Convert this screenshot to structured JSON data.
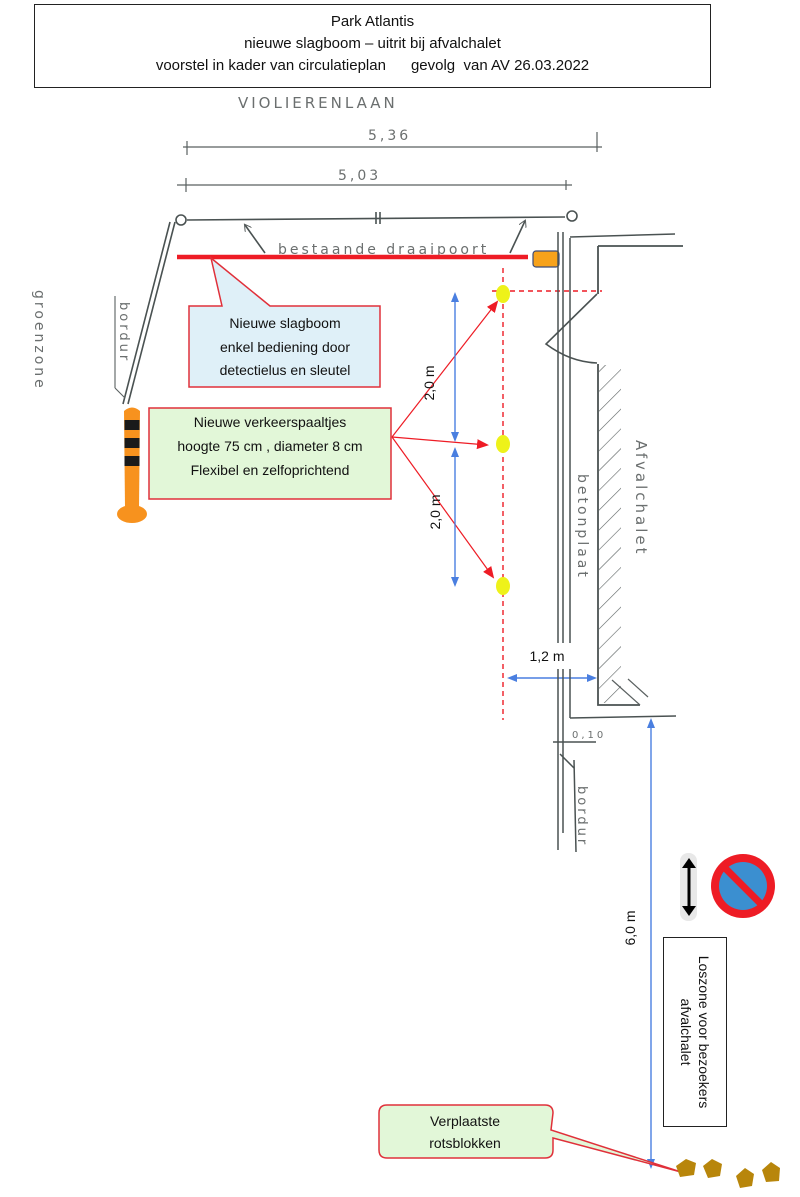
{
  "header": {
    "line1": "Park Atlantis",
    "line2": "nieuwe slagboom – uitrit bij afvalchalet",
    "line3": "voorstel in kader van circulatieplan      gevolg  van AV 26.03.2022"
  },
  "sketch": {
    "street_name": "VIOLIERENLAAN",
    "dim_total": "5,36",
    "dim_gate": "5,03",
    "existing_gate_label": "bestaande draaipoort",
    "green_zone_label": "groenzone",
    "curb_label_left": "bordur",
    "curb_label_right": "bordur",
    "concrete_slab_label": "betonplaat",
    "waste_chalet_label": "Afvalchalet",
    "curb_width": "0,10"
  },
  "callouts": {
    "barrier": {
      "lines": [
        "Nieuwe slagboom",
        "enkel bediening door",
        "detectielus en sleutel"
      ],
      "fill": "#dff0f8",
      "border": "#e0303a"
    },
    "bollards": {
      "lines": [
        "Nieuwe verkeerspaaltjes",
        "hoogte 75 cm , diameter 8 cm",
        "Flexibel en zelfoprichtend"
      ],
      "fill": "#e2f7d8",
      "border": "#e0303a"
    },
    "rocks": {
      "lines": [
        "Verplaatste",
        "rotsblokken"
      ],
      "fill": "#e2f7d8",
      "border": "#e0303a"
    }
  },
  "dimensions": {
    "bollard_spacing_1": "2,0 m",
    "bollard_spacing_2": "2,0 m",
    "clearance": "1,2 m",
    "loading_zone_length": "6,0 m"
  },
  "loading_zone": {
    "lines": [
      "Loszone voor bezoekers",
      "afvalchalet"
    ]
  },
  "colors": {
    "barrier_red": "#ee1c25",
    "bollard_yellow": "#eef21a",
    "dimension_blue": "#4a7fe0",
    "rock_brown": "#b8860b",
    "gate_box_orange": "#f7a21b",
    "sketch_gray": "#5a6060"
  },
  "icons": {
    "traffic_bollard": "traffic-bollard-icon",
    "no_parking_sign": "no-parking-sign-icon",
    "bidirectional_arrow": "double-arrow-vertical-icon",
    "rock_blocks": "rock-block-icon"
  }
}
